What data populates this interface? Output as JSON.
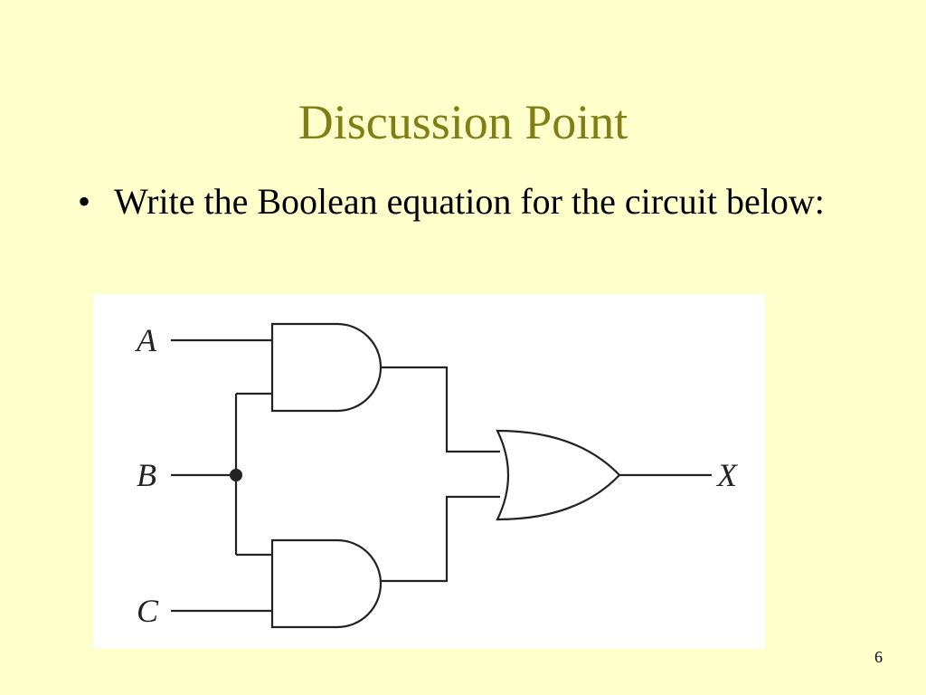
{
  "slide": {
    "title": "Discussion Point",
    "bullet_symbol": "•",
    "bullet_text": "Write the Boolean equation for the circuit below:",
    "page_number": "6"
  },
  "circuit": {
    "inputs": [
      "A",
      "B",
      "C"
    ],
    "output": "X",
    "gates": [
      "AND",
      "AND",
      "OR"
    ]
  },
  "colors": {
    "background": "#ffffcc",
    "title": "#7f7f16",
    "text": "#000000",
    "panel": "#ffffff",
    "wire": "#222222"
  }
}
